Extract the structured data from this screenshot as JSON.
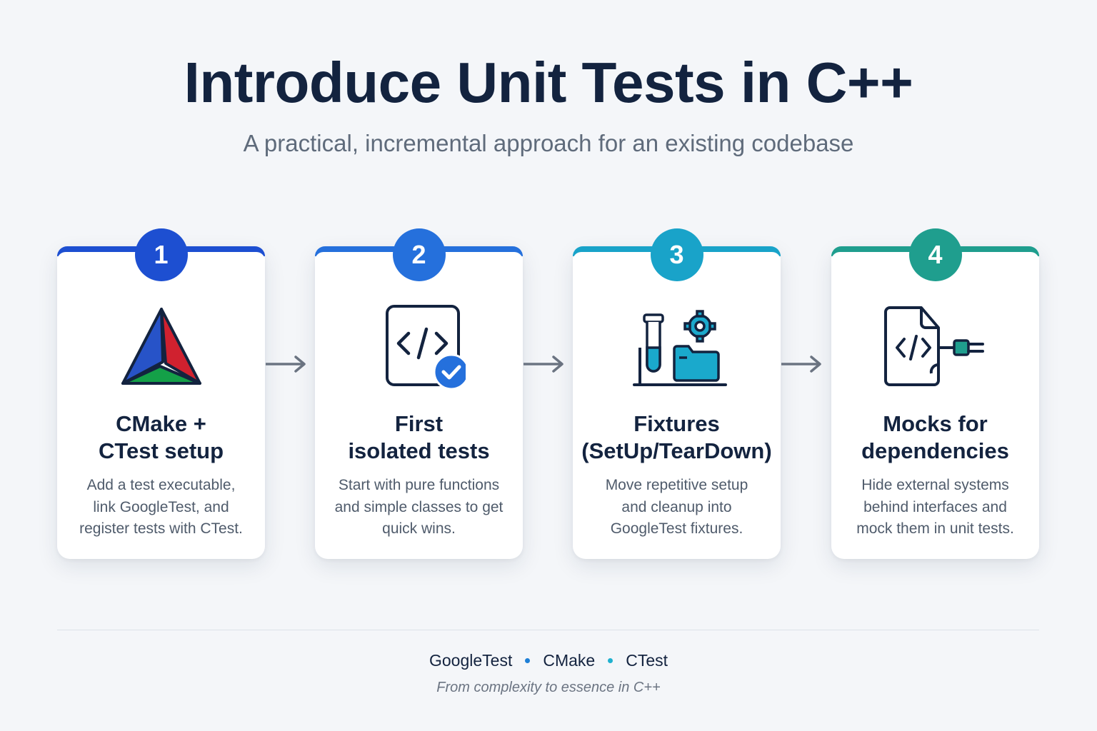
{
  "header": {
    "title": "Introduce Unit Tests in C++",
    "subtitle": "A practical, incremental approach for an existing codebase"
  },
  "steps": [
    {
      "number": "1",
      "color": "#1d4fd1",
      "icon": "cmake-triangle-icon",
      "title_lines": [
        "CMake +",
        "CTest setup"
      ],
      "desc_lines": [
        "Add a test executable,",
        "link GoogleTest, and",
        "register tests with CTest."
      ]
    },
    {
      "number": "2",
      "color": "#2570dc",
      "icon": "code-file-check-icon",
      "title_lines": [
        "First",
        "isolated tests"
      ],
      "desc_lines": [
        "Start with pure functions",
        "and simple classes to get",
        "quick wins."
      ]
    },
    {
      "number": "3",
      "color": "#19a3c9",
      "icon": "test-tube-gear-folder-icon",
      "title_lines": [
        "Fixtures",
        "(SetUp/TearDown)"
      ],
      "desc_lines": [
        "Move repetitive setup",
        "and cleanup into",
        "GoogleTest fixtures."
      ]
    },
    {
      "number": "4",
      "color": "#1f9e8e",
      "icon": "code-file-plug-icon",
      "title_lines": [
        "Mocks for",
        "dependencies"
      ],
      "desc_lines": [
        "Hide external systems",
        "behind interfaces and",
        "mock them in unit tests."
      ]
    }
  ],
  "footer": {
    "tags": [
      "GoogleTest",
      "CMake",
      "CTest"
    ],
    "dot_colors": [
      "#1d7fd6",
      "#1fb1cf"
    ],
    "tagline": "From complexity to essence in C++"
  }
}
